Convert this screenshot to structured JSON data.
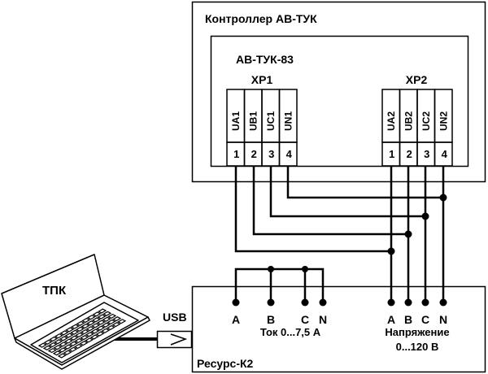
{
  "controller": {
    "title": "Контроллер АВ-ТУК",
    "module": "АВ-ТУК-83",
    "xp1": {
      "label": "XP1",
      "pins": [
        {
          "signal": "UA1",
          "num": "1"
        },
        {
          "signal": "UB1",
          "num": "2"
        },
        {
          "signal": "UC1",
          "num": "3"
        },
        {
          "signal": "UN1",
          "num": "4"
        }
      ]
    },
    "xp2": {
      "label": "XP2",
      "pins": [
        {
          "signal": "UA2",
          "num": "1"
        },
        {
          "signal": "UB2",
          "num": "2"
        },
        {
          "signal": "UC2",
          "num": "3"
        },
        {
          "signal": "UN2",
          "num": "4"
        }
      ]
    }
  },
  "laptop": {
    "label": "ТПК"
  },
  "usb": {
    "label": "USB"
  },
  "resurs": {
    "title": "Ресурс-К2",
    "current": {
      "terminals": [
        "A",
        "B",
        "C",
        "N"
      ],
      "caption": "Ток 0...7,5 А"
    },
    "voltage": {
      "terminals": [
        "A",
        "B",
        "C",
        "N"
      ],
      "caption_line1": "Напряжение",
      "caption_line2": "0...120 В"
    }
  }
}
